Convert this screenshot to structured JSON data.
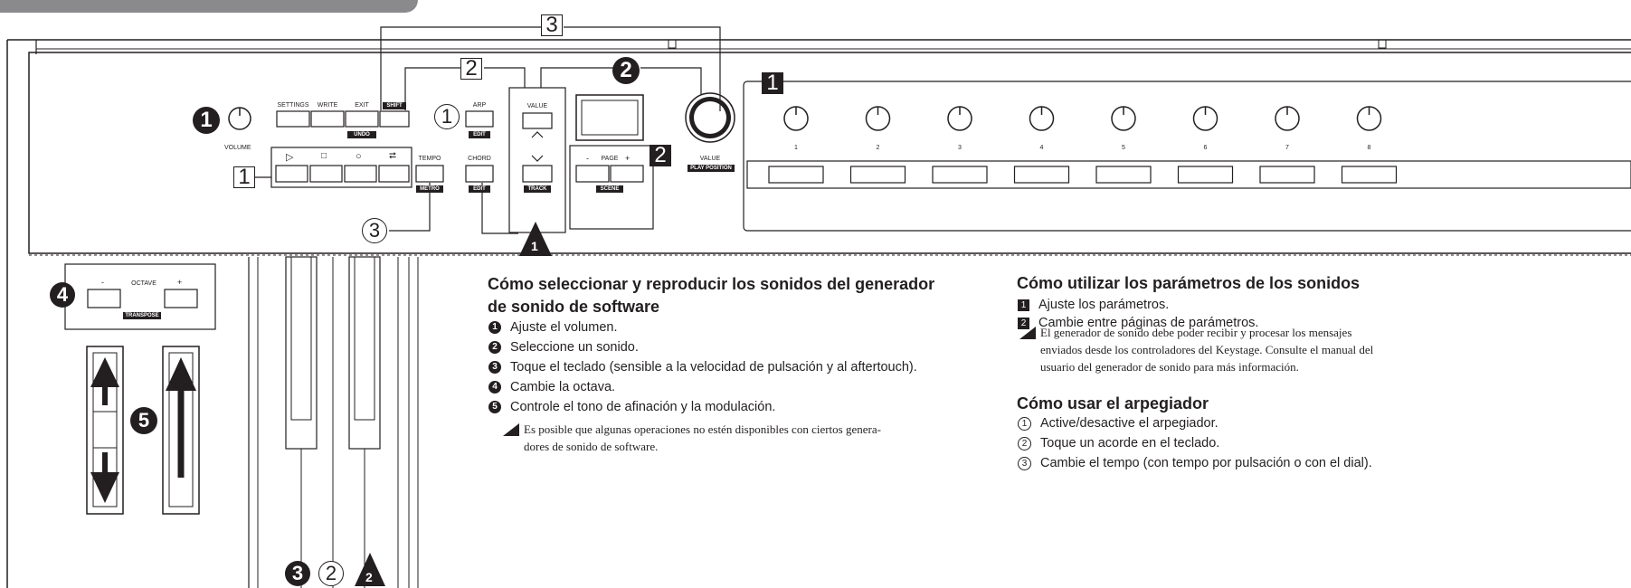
{
  "header": {
    "title": "Cómo seleccionar y reproducir los sonidos"
  },
  "panel": {
    "volume_label": "VOLUME",
    "buttons_top": [
      "SETTINGS",
      "WRITE",
      "EXIT",
      "SHIFT"
    ],
    "undo_tag": "UNDO",
    "transport_icons": [
      "play-icon",
      "stop-icon",
      "record-icon",
      "loop-icon"
    ],
    "tempo_label": "TEMPO",
    "metro_tag": "METRO",
    "arp_label": "ARP",
    "arp_edit_tag": "EDIT",
    "chord_label": "CHORD",
    "chord_edit_tag": "EDIT",
    "value_label": "VALUE",
    "track_tag": "TRACK",
    "page_minus": "-",
    "page_label": "PAGE",
    "page_plus": "+",
    "scene_tag": "SCENE",
    "value_knob_label": "VALUE",
    "play_position_tag": "PLAY POSITION",
    "knob_numbers": [
      "1",
      "2",
      "3",
      "4",
      "5",
      "6",
      "7",
      "8"
    ],
    "octave_minus": "-",
    "octave_label": "OCTAVE",
    "octave_plus": "+",
    "transpose_tag": "TRANSPOSE"
  },
  "callouts": {
    "box_1": "1",
    "box_2": "2",
    "box_3": "3",
    "circle_1": "1",
    "circle_2": "2",
    "circle_3": "3",
    "circle_4": "4",
    "circle_5": "5",
    "ring_1": "1",
    "ring_2": "2",
    "ring_3": "3",
    "tri_1": "1",
    "tri_2": "2",
    "black_1": "1",
    "black_2": "2"
  },
  "section_play": {
    "heading_line1": "Cómo seleccionar y reproducir los sonidos del generador",
    "heading_line2": "de sonido de software",
    "steps": [
      {
        "n": "1",
        "text": "Ajuste el volumen."
      },
      {
        "n": "2",
        "text": "Seleccione un sonido."
      },
      {
        "n": "3",
        "text": "Toque el teclado (sensible a la velocidad de pulsación y al aftertouch)."
      },
      {
        "n": "4",
        "text": "Cambie la octava."
      },
      {
        "n": "5",
        "text": "Controle el tono de afinación y la modulación."
      }
    ],
    "note_line1": "Es posible que algunas operaciones no estén disponibles con ciertos genera-",
    "note_line2": "dores de sonido de software."
  },
  "section_params": {
    "heading": "Cómo utilizar los parámetros de los sonidos",
    "steps": [
      {
        "n": "1",
        "text": "Ajuste los parámetros."
      },
      {
        "n": "2",
        "text": "Cambie entre páginas de parámetros."
      }
    ],
    "note_line1": "El generador de sonido debe poder recibir y procesar los mensajes",
    "note_line2": "enviados desde los controladores del Keystage. Consulte el manual del",
    "note_line3": "usuario del generador de sonido para más información."
  },
  "section_arp": {
    "heading": "Cómo usar el arpegiador",
    "steps": [
      {
        "n": "1",
        "text": "Active/desactive el arpegiador."
      },
      {
        "n": "2",
        "text": "Toque un acorde en el teclado."
      },
      {
        "n": "3",
        "text": "Cambie el tempo (con tempo por pulsación o con el dial)."
      }
    ]
  },
  "colors": {
    "ink": "#231f20",
    "tab_grey": "#8a8a8d",
    "panel_fill": "#ffffff"
  }
}
